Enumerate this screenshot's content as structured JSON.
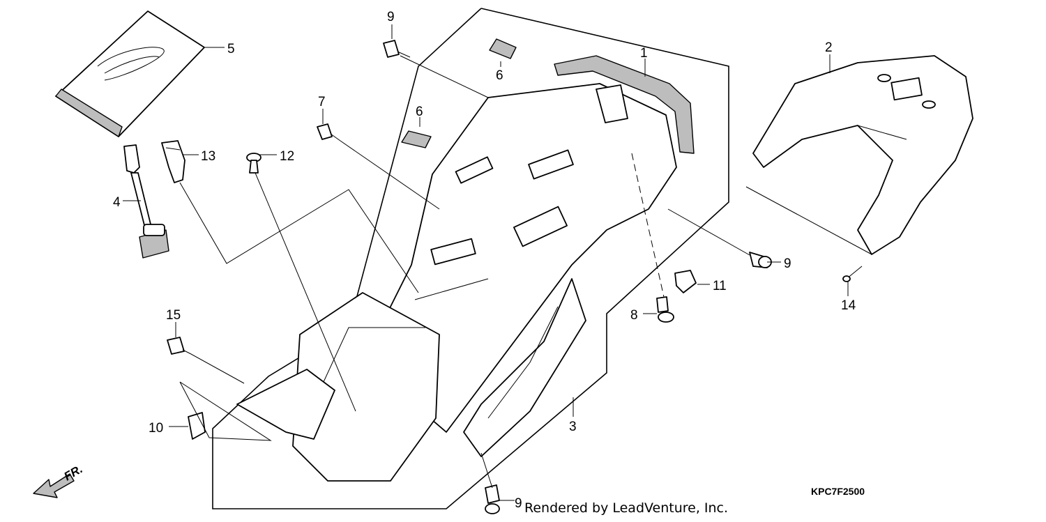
{
  "diagram": {
    "callouts": [
      {
        "id": "c1",
        "text": "1"
      },
      {
        "id": "c2",
        "text": "2"
      },
      {
        "id": "c3",
        "text": "3"
      },
      {
        "id": "c4",
        "text": "4"
      },
      {
        "id": "c5",
        "text": "5"
      },
      {
        "id": "c6a",
        "text": "6"
      },
      {
        "id": "c6b",
        "text": "6"
      },
      {
        "id": "c7",
        "text": "7"
      },
      {
        "id": "c8",
        "text": "8"
      },
      {
        "id": "c9a",
        "text": "9"
      },
      {
        "id": "c9b",
        "text": "9"
      },
      {
        "id": "c9c",
        "text": "9"
      },
      {
        "id": "c10",
        "text": "10"
      },
      {
        "id": "c11",
        "text": "11"
      },
      {
        "id": "c12",
        "text": "12"
      },
      {
        "id": "c13",
        "text": "13"
      },
      {
        "id": "c14",
        "text": "14"
      },
      {
        "id": "c15",
        "text": "15"
      }
    ],
    "direction_label": "FR.",
    "drawing_code": "KPC7F2500",
    "watermark": "Rendered by LeadVenture, Inc."
  }
}
